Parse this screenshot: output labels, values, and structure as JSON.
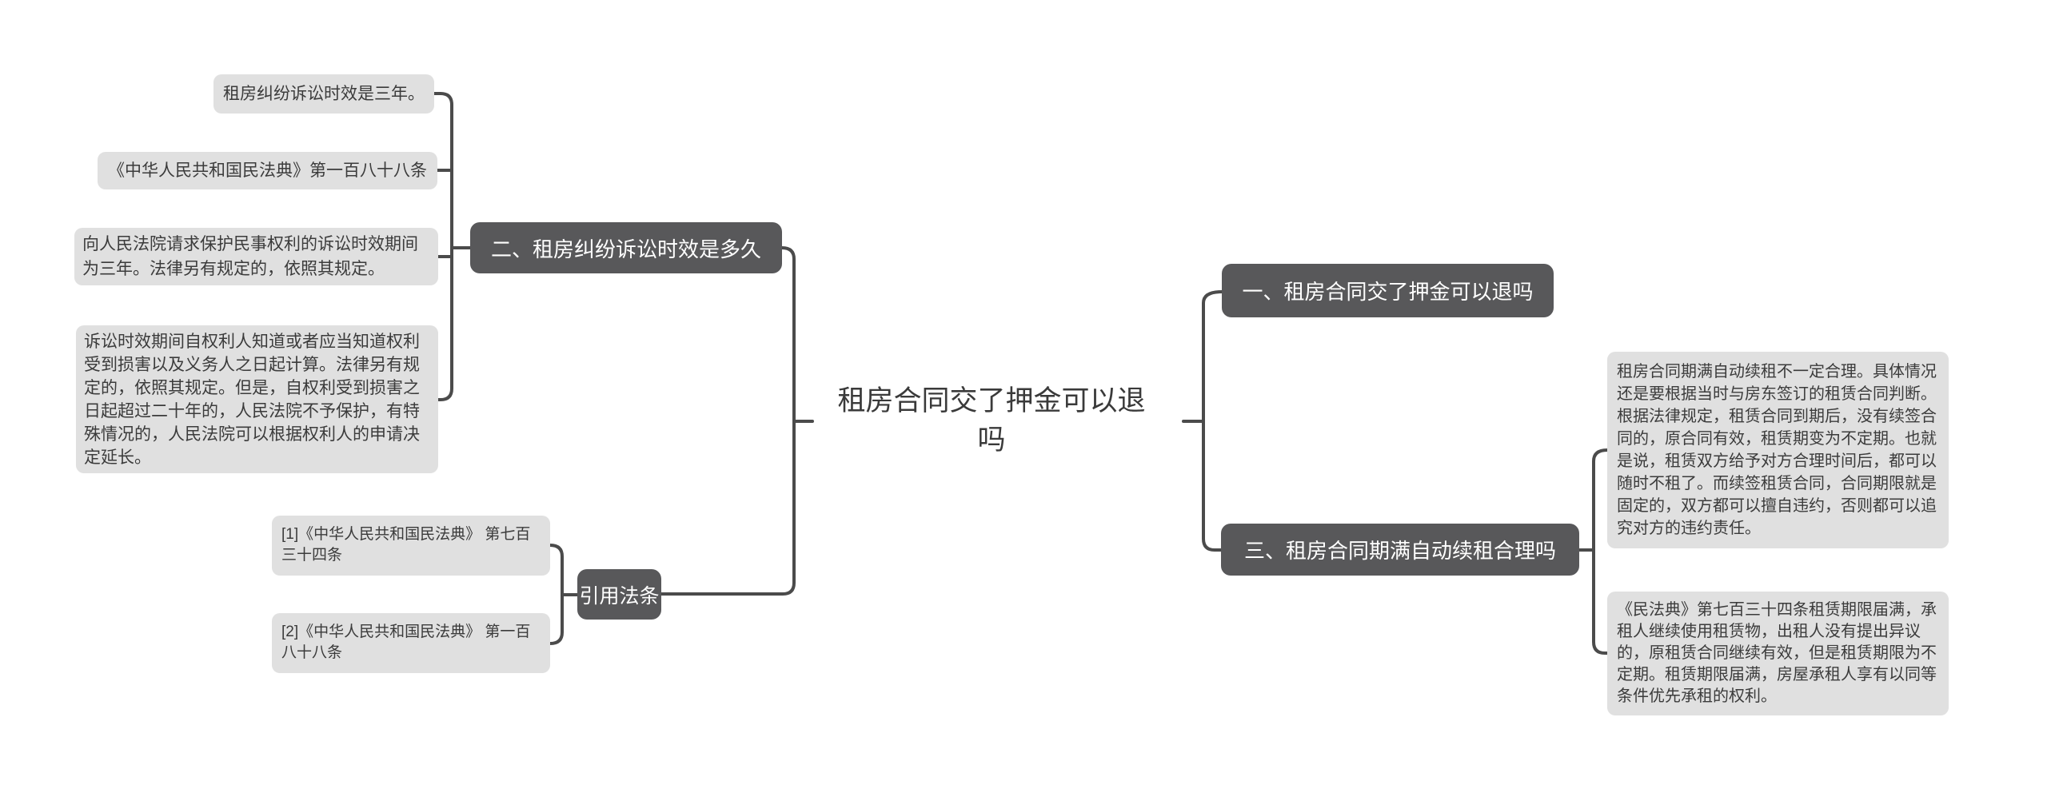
{
  "title": {
    "text": "租房合同交了押金可以退吗"
  },
  "colors": {
    "background": "#ffffff",
    "topic_node": "#58585a",
    "leaf_node": "#e0e0e0",
    "connector": "#4b4b4b",
    "topic_text": "#ffffff",
    "leaf_text": "#3b3b3b"
  },
  "branches": {
    "litigation": {
      "label": "二、租房纠纷诉讼时效是多久",
      "children": [
        "租房纠纷诉讼时效是三年。",
        "《中华人民共和国民法典》第一百八十八条",
        "向人民法院请求保护民事权利的诉讼时效期间为三年。法律另有规定的，依照其规定。",
        "诉讼时效期间自权利人知道或者应当知道权利受到损害以及义务人之日起计算。法律另有规定的，依照其规定。但是，自权利受到损害之日起超过二十年的，人民法院不予保护，有特殊情况的，人民法院可以根据权利人的申请决定延长。"
      ]
    },
    "citations": {
      "label": "引用法条",
      "children": [
        "[1]《中华人民共和国民法典》 第七百三十四条",
        "[2]《中华人民共和国民法典》 第一百八十八条"
      ]
    },
    "deposit": {
      "label": "一、租房合同交了押金可以退吗",
      "children": []
    },
    "renewal": {
      "label": "三、租房合同期满自动续租合理吗",
      "children": [
        "租房合同期满自动续租不一定合理。具体情况还是要根据当时与房东签订的租赁合同判断。根据法律规定，租赁合同到期后，没有续签合同的，原合同有效，租赁期变为不定期。也就是说，租赁双方给予对方合理时间后，都可以随时不租了。而续签租赁合同，合同期限就是固定的，双方都可以擅自违约，否则都可以追究对方的违约责任。",
        "《民法典》第七百三十四条租赁期限届满，承租人继续使用租赁物，出租人没有提出异议的，原租赁合同继续有效，但是租赁期限为不定期。租赁期限届满，房屋承租人享有以同等条件优先承租的权利。"
      ]
    }
  }
}
